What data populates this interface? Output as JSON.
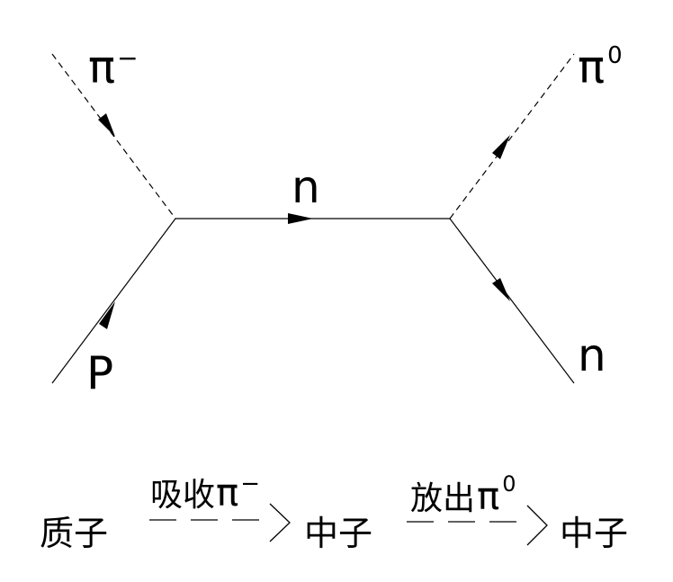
{
  "diagram": {
    "particles": {
      "pi_minus": {
        "symbol": "π",
        "charge": "−"
      },
      "proton": "P",
      "neutron_internal": "n",
      "pi_zero": {
        "symbol": "π",
        "charge": "0"
      },
      "neutron_out": "n"
    },
    "caption": {
      "start": "质子",
      "step1": {
        "action": "吸收",
        "symbol": "π",
        "charge": "−"
      },
      "middle": "中子",
      "step2": {
        "action": "放出",
        "symbol": "π",
        "charge": "0"
      },
      "end": "中子"
    }
  }
}
